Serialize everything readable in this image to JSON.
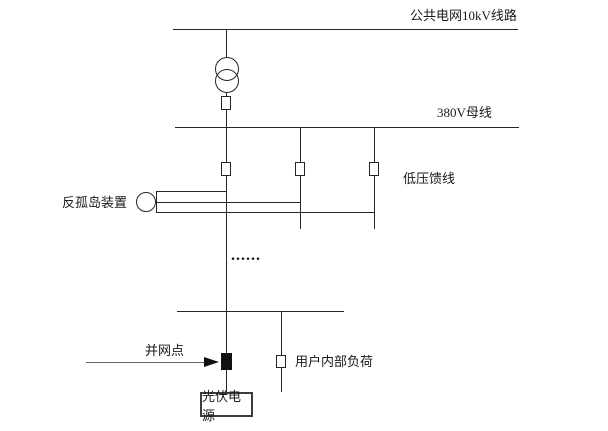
{
  "diagram": {
    "type": "electrical-single-line-diagram",
    "labels": {
      "grid_line": "公共电网10kV线路",
      "busbar_380v": "380V母线",
      "lv_feeder": "低压馈线",
      "anti_islanding_device": "反孤岛装置",
      "grid_connection_point": "并网点",
      "user_internal_load": "用户内部负荷",
      "pv_source": "光伏电源",
      "continuation_dots": "......"
    },
    "symbols": [
      "transformer-icon",
      "breaker-icon",
      "anti-islanding-device-icon",
      "pcc-marker",
      "arrow-icon",
      "pv-source-box"
    ],
    "colors": {
      "background": "#ffffff",
      "line": "#262626",
      "text": "#1a1a1a",
      "pcc_marker": "#111111",
      "arrow_shaft": "#666666"
    }
  }
}
